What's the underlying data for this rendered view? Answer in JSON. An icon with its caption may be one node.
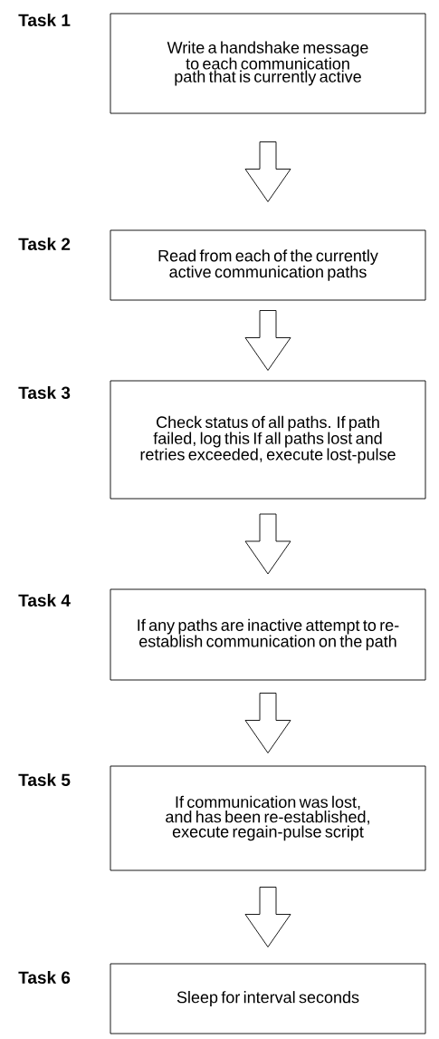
{
  "diagram": {
    "nodes": [
      {
        "text": [
          "Task 1",
          "Write a handshake message to each communication path that is currently active"
        ]
      },
      {
        "text": [
          "Task 2",
          "Read from each of the currently active communication paths"
        ]
      },
      {
        "text": [
          "Task 3",
          "Check status of all paths. If path failed, log this If all paths lost and retries exceeded, execute lost-pulse"
        ]
      },
      {
        "text": [
          "Task 4",
          "If any paths are inactive attempt to re-establish communication on the path"
        ]
      },
      {
        "text": [
          "Task 5",
          "If communication was lost, and has been re-established, execute regain-pulse script"
        ]
      },
      {
        "text": [
          "Task 6",
          "Sleep for interval seconds"
        ]
      }
    ],
    "edges": [
      {
        "from": 0,
        "to": 1,
        "arrow": "to"
      },
      {
        "from": 1,
        "to": 2,
        "arrow": "to"
      },
      {
        "from": 2,
        "to": 3,
        "arrow": "to"
      },
      {
        "from": 3,
        "to": 4,
        "arrow": "to"
      },
      {
        "from": 4,
        "to": 5,
        "arrow": "to"
      }
    ]
  }
}
